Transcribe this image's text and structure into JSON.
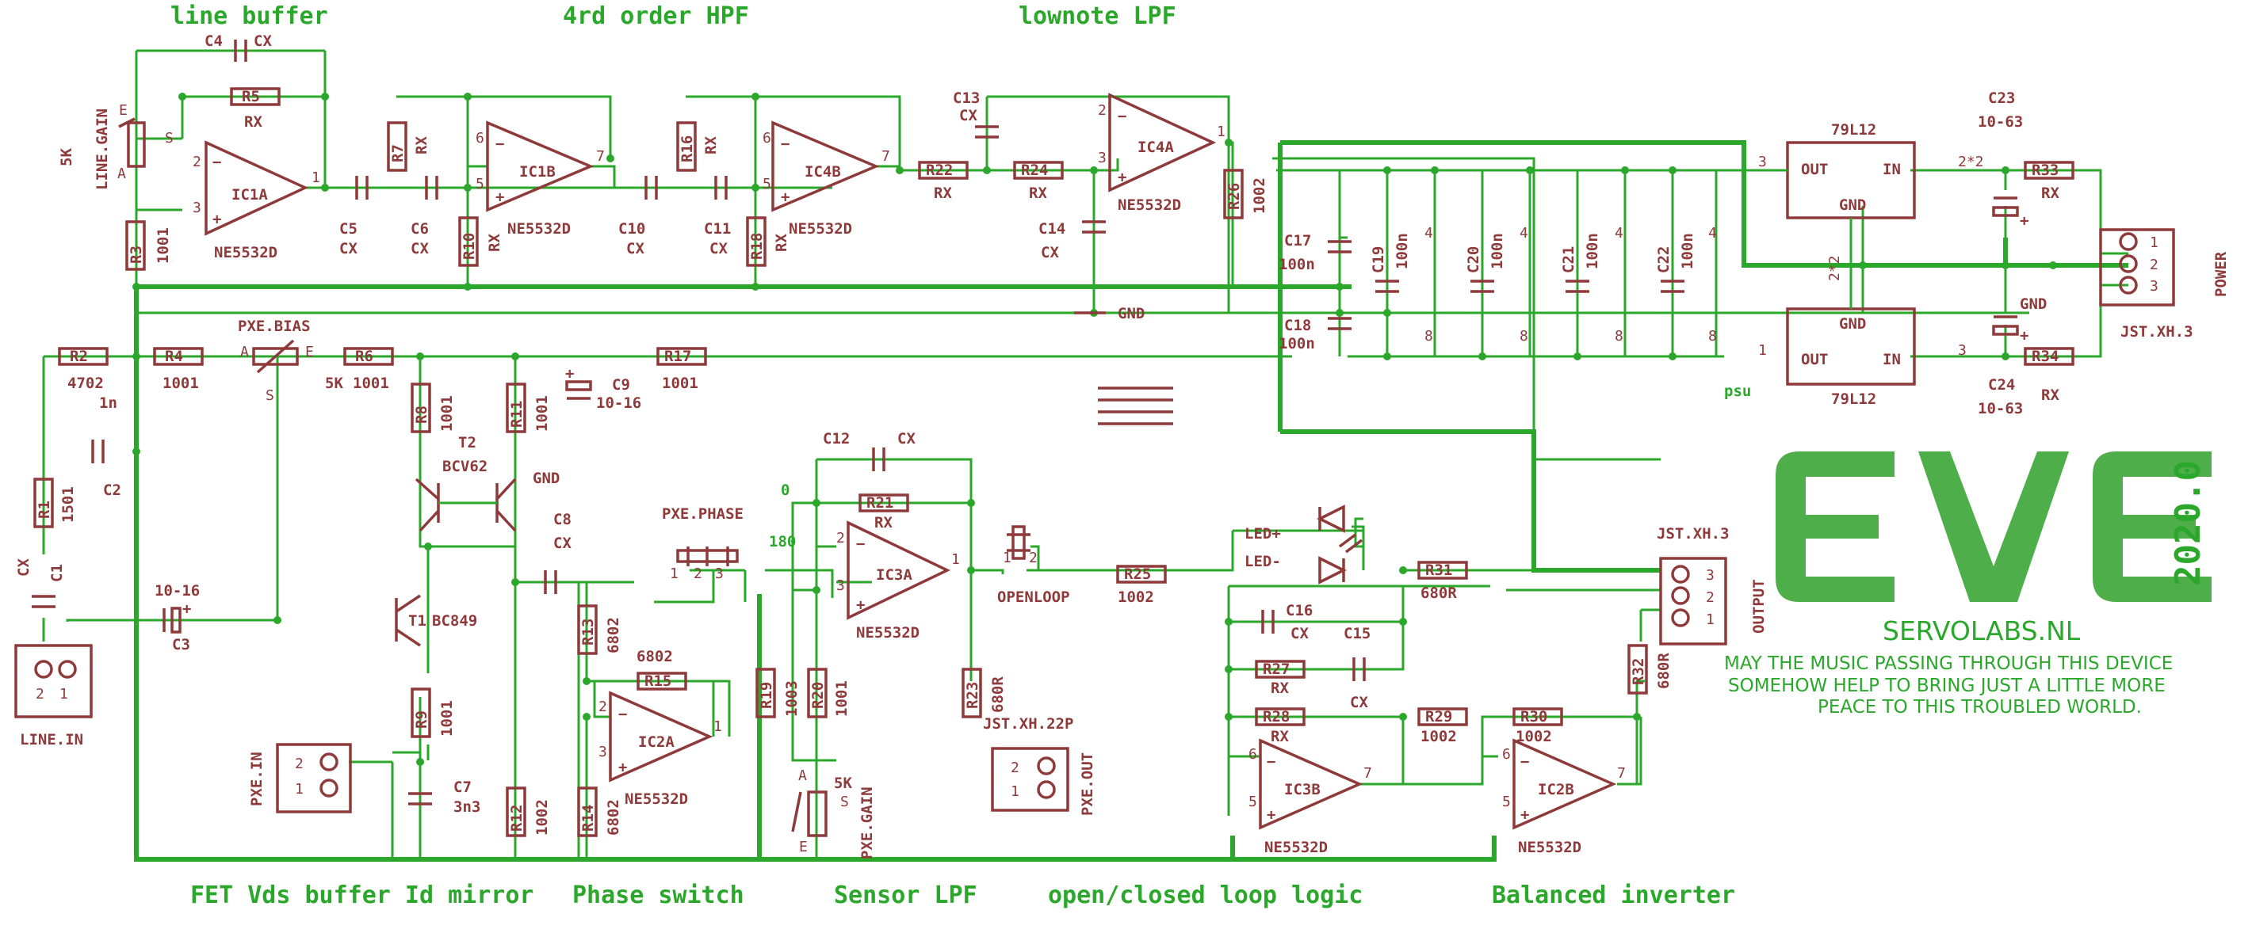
{
  "sections": {
    "line_buffer": "line buffer",
    "hpf": "4rd order HPF",
    "lpf": "lownote LPF",
    "fet": "FET Vds buffer Id mirror",
    "phase": "Phase switch",
    "sensor": "Sensor LPF",
    "loop": "open/closed loop logic",
    "balanced": "Balanced inverter"
  },
  "opamps": {
    "ic1a": {
      "name": "IC1A",
      "part": "NE5532D"
    },
    "ic1b": {
      "name": "IC1B",
      "part": "NE5532D"
    },
    "ic4b": {
      "name": "IC4B",
      "part": "NE5532D"
    },
    "ic4a": {
      "name": "IC4A",
      "part": "NE5532D"
    },
    "ic3a": {
      "name": "IC3A",
      "part": "NE5532D"
    },
    "ic2a": {
      "name": "IC2A",
      "part": "NE5532D"
    },
    "ic3b": {
      "name": "IC3B",
      "part": "NE5532D"
    },
    "ic2b": {
      "name": "IC2B",
      "part": "NE5532D"
    }
  },
  "resistors": {
    "r1": "R1",
    "r1v": "1501",
    "r2": "R2",
    "r2v": "4702",
    "r3": "R3",
    "r3v": "1001",
    "r4": "R4",
    "r4v": "1001",
    "r5": "R5",
    "r5v": "RX",
    "r6": "R6",
    "r6v": "1001",
    "r7": "R7",
    "r7v": "RX",
    "r8": "R8",
    "r8v": "1001",
    "r9": "R9",
    "r9v": "1001",
    "r10": "R10",
    "r10v": "RX",
    "r11": "R11",
    "r11v": "1001",
    "r12": "R12",
    "r12v": "1002",
    "r13": "R13",
    "r13v": "6802",
    "r14": "R14",
    "r14v": "6802",
    "r15": "R15",
    "r15v": "6802",
    "r16": "R16",
    "r16v": "RX",
    "r17": "R17",
    "r17v": "1001",
    "r18": "R18",
    "r18v": "RX",
    "r19": "R19",
    "r19v": "1003",
    "r20": "R20",
    "r20v": "1001",
    "r21": "R21",
    "r21v": "RX",
    "r22": "R22",
    "r22v": "RX",
    "r23": "R23",
    "r23v": "680R",
    "r24": "R24",
    "r24v": "RX",
    "r25": "R25",
    "r25v": "1002",
    "r26": "R26",
    "r26v": "1002",
    "r27": "R27",
    "r27v": "RX",
    "r28": "R28",
    "r28v": "RX",
    "r29": "R29",
    "r29v": "1002",
    "r30": "R30",
    "r30v": "1002",
    "r31": "R31",
    "r31v": "680R",
    "r32": "R32",
    "r32v": "680R",
    "r33": "R33",
    "r33v": "RX",
    "r34": "R34",
    "r34v": "RX"
  },
  "capacitors": {
    "c1": "C1",
    "c1v": "CX",
    "c2": "C2",
    "c3": "C3",
    "c3v": "10-16",
    "c4": "C4",
    "c4v": "CX",
    "c5": "C5",
    "c5v": "CX",
    "c6": "C6",
    "c6v": "CX",
    "c7": "C7",
    "c7v": "3n3",
    "c8": "C8",
    "c8v": "CX",
    "c9": "C9",
    "c9v": "10-16",
    "c10": "C10",
    "c10v": "CX",
    "c11": "C11",
    "c11v": "CX",
    "c12": "C12",
    "c12v": "CX",
    "c13": "C13",
    "c13v": "CX",
    "c14": "C14",
    "c14v": "CX",
    "c15": "C15",
    "c15v": "CX",
    "c16": "C16",
    "c16v": "CX",
    "c17": "C17",
    "c17v": "100n",
    "c18": "C18",
    "c18v": "100n",
    "c19": "C19",
    "c19v": "100n",
    "c20": "C20",
    "c20v": "100n",
    "c21": "C21",
    "c21v": "100n",
    "c22": "C22",
    "c22v": "100n",
    "c23": "C23",
    "c23v": "10-63",
    "c24": "C24",
    "c24v": "10-63",
    "n1": "1n"
  },
  "misc": {
    "line_gain": "LINE.GAIN",
    "k5": "5K",
    "pxe_bias": "PXE.BIAS",
    "pxe_phase": "PXE.PHASE",
    "pxe_gain": "PXE.GAIN",
    "t1": "T1",
    "t1p": "BC849",
    "t2": "T2",
    "t2p": "BCV62",
    "line_in": "LINE.IN",
    "pxe_in": "PXE.IN",
    "pxe_out": "PXE.OUT",
    "jst22": "JST.XH.22P",
    "jst3": "JST.XH.3",
    "output": "OUTPUT",
    "power": "POWER",
    "gnd": "GND",
    "openloop": "OPENLOOP",
    "led_p": "LED+",
    "led_m": "LED-",
    "reg": "79L12",
    "out": "OUT",
    "in": "IN",
    "gndpin": "GND",
    "psu": "psu",
    "a": "A",
    "e": "E",
    "s": "S",
    "deg0": "0",
    "deg180": "180",
    "two_star2": "2*2",
    "p22": "2*2"
  },
  "brand": {
    "year": "2020.0",
    "site": "SERVOLABS.NL",
    "motto1": "MAY THE MUSIC PASSING THROUGH THIS DEVICE",
    "motto2": "SOMEHOW HELP TO BRING JUST A LITTLE MORE",
    "motto3": "PEACE TO THIS TROUBLED WORLD."
  },
  "colors": {
    "wire": "#2ba82b",
    "component": "#8f3a3a",
    "logo": "#4dae4a",
    "background": "#ffffff"
  }
}
